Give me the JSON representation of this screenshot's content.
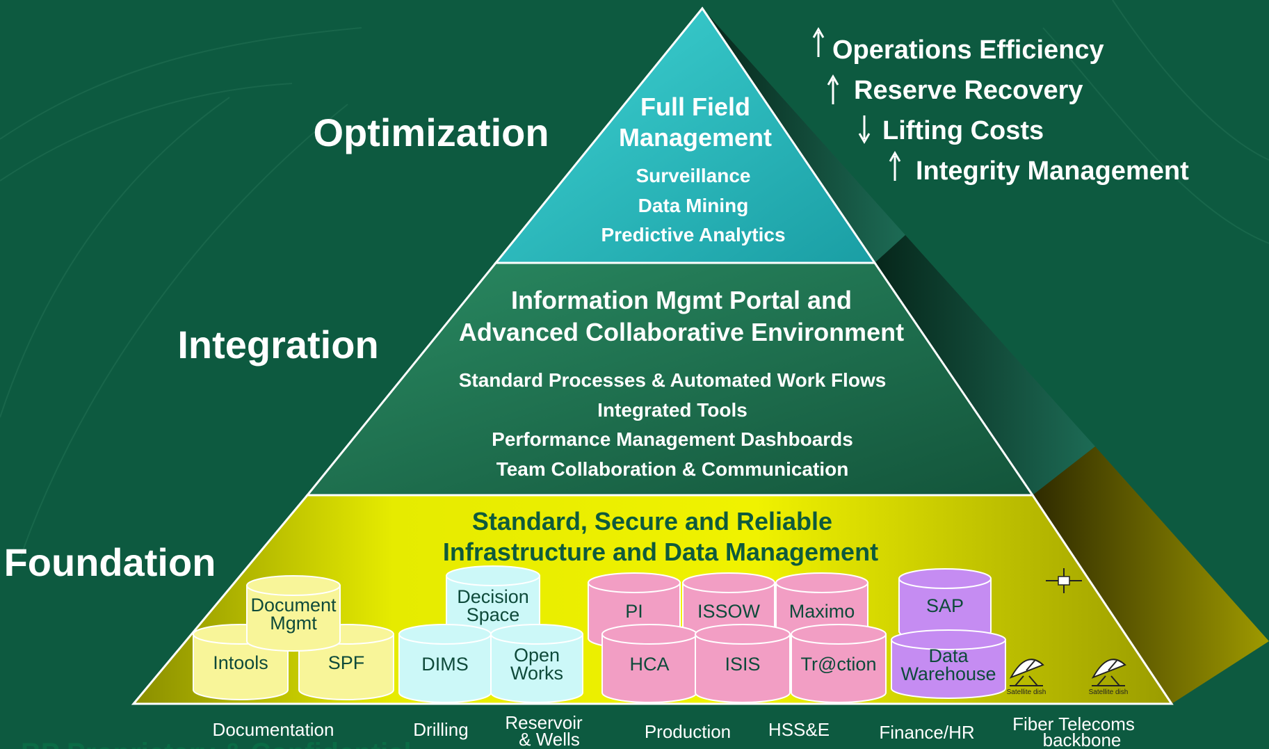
{
  "levels": {
    "top": "Optimization",
    "middle": "Integration",
    "bottom": "Foundation"
  },
  "top_tier": {
    "title_line1": "Full Field",
    "title_line2": "Management",
    "items": [
      "Surveillance",
      "Data Mining",
      "Predictive Analytics"
    ]
  },
  "middle_tier": {
    "title_line1": "Information Mgmt Portal and",
    "title_line2": "Advanced Collaborative Environment",
    "items": [
      "Standard Processes & Automated Work Flows",
      "Integrated Tools",
      "Performance Management Dashboards",
      "Team Collaboration & Communication"
    ]
  },
  "bottom_tier": {
    "title_line1": "Standard, Secure and Reliable",
    "title_line2": "Infrastructure and Data Management"
  },
  "benefits": [
    {
      "arrow": "up",
      "label": "Operations Efficiency"
    },
    {
      "arrow": "up",
      "label": "Reserve Recovery"
    },
    {
      "arrow": "down",
      "label": "Lifting Costs"
    },
    {
      "arrow": "up",
      "label": "Integrity Management"
    }
  ],
  "systems": {
    "document_mgmt": [
      "Document",
      "Mgmt"
    ],
    "intools": "Intools",
    "spf": "SPF",
    "decision_space": [
      "Decision",
      "Space"
    ],
    "dims": "DIMS",
    "open_works": [
      "Open",
      "Works"
    ],
    "pi": "PI",
    "issow": "ISSOW",
    "maximo": "Maximo",
    "hca": "HCA",
    "isis": "ISIS",
    "traction": "Tr@ction",
    "sap": "SAP",
    "data_warehouse": [
      "Data",
      "Warehouse"
    ]
  },
  "satellite_labels": [
    "Satellite dish",
    "Satellite dish"
  ],
  "categories": {
    "documentation": "Documentation",
    "drilling": "Drilling",
    "reservoir": [
      "Reservoir",
      "& Wells"
    ],
    "production": "Production",
    "hsse": "HSS&E",
    "finance": "Finance/HR",
    "fiber": [
      "Fiber Telecoms",
      "backbone"
    ]
  },
  "footer_text": "BP Proprietary & Confidential",
  "colors": {
    "background": "#0d5a40",
    "top_tier": "#2fc4c6",
    "middle_tier": "#1f7a55",
    "bottom_tier": "#d9e000",
    "cyl_yellow": "#f8f599",
    "cyl_cyan": "#ccf8f8",
    "cyl_pink": "#f29ec4",
    "cyl_purple": "#c58cf2"
  }
}
